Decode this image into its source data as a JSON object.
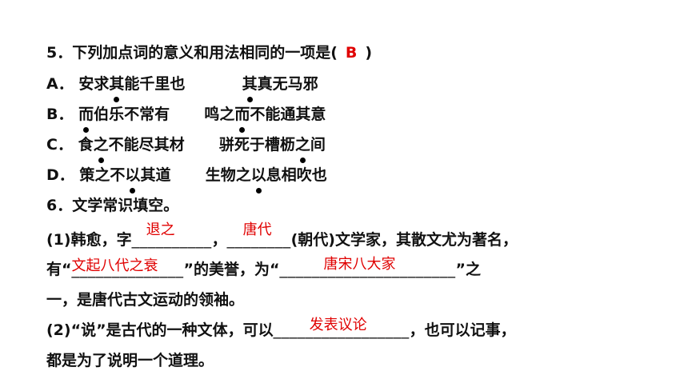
{
  "q5": {
    "stem": "5．下列加点词的意义和用法相同的一项是(",
    "answer": "B",
    "close": ")",
    "options": [
      {
        "label": "A．",
        "left": [
          "安求",
          "其",
          "能千里也"
        ],
        "right": [
          "",
          "其",
          "真无马邪"
        ]
      },
      {
        "label": "B．",
        "left": [
          "",
          "而",
          "伯乐不常有"
        ],
        "right": [
          "鸣之",
          "而",
          "不能通其意"
        ]
      },
      {
        "label": "C．",
        "left": [
          "食",
          "之",
          "不能尽其材"
        ],
        "right": [
          "骈死于槽枥",
          "之",
          "间"
        ]
      },
      {
        "label": "D．",
        "left": [
          "策之不",
          "以",
          "其道"
        ],
        "right": [
          "生物之",
          "以",
          "息相吹也"
        ]
      }
    ]
  },
  "q6": {
    "title": "6．文学常识填空。",
    "p1_prefix": "(1)韩愈，字",
    "a_zi": "退之",
    "p1_mid": "，",
    "a_dynasty": "唐代",
    "p1_suffix": "(朝代)文学家，其散文尤为著名，",
    "l2_prefix": "有“",
    "a_praise": "文起八代之衰",
    "l2_mid": "”的美誉，为“",
    "a_group": "唐宋八大家",
    "l2_suffix": "”之",
    "l3": "一，是唐代古文运动的领袖。",
    "p2_prefix": "(2)“说”是古代的一种文体，可以",
    "a_function": "发表议论",
    "p2_suffix": "，也可以记事，",
    "l5": "都是为了说明一个道理。"
  },
  "colors": {
    "answer": "#e00000",
    "text": "#111111"
  }
}
